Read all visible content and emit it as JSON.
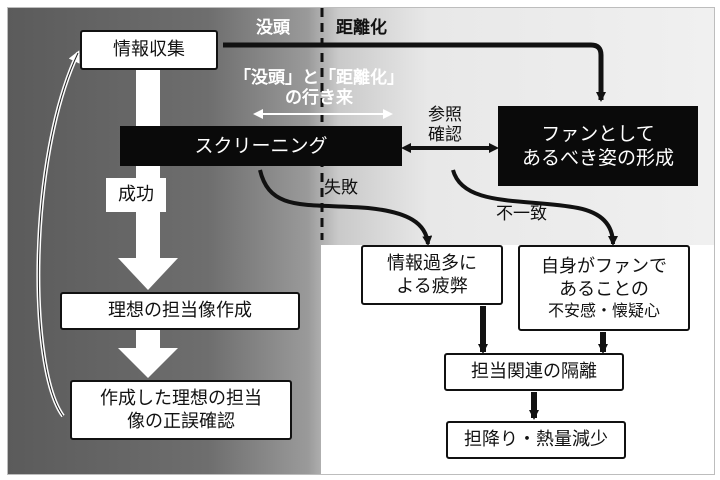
{
  "header": {
    "left": "没頭",
    "right": "距離化"
  },
  "nodes": {
    "info_collect": "情報収集",
    "screening": "スクリーニング",
    "fan_form": "ファンとして\nあるべき姿の形成",
    "ideal_create": "理想の担当像作成",
    "verify": "作成した理想の担当\n像の正誤確認",
    "fatigue": "情報過多に\nよる疲弊",
    "anxiety_top": "自身がファンで\nあることの",
    "anxiety_bottom": "不安感・懐疑心",
    "isolation": "担当関連の隔離",
    "decline": "担降り・熱量減少"
  },
  "labels": {
    "back_forth": "「没頭」と「距離化」\nの行き来",
    "reference": "参照\n確認",
    "success": "成功",
    "failure": "失敗",
    "mismatch": "不一致"
  },
  "colors": {
    "dark_side": "#5b5b5b",
    "light_side": "#f0f0f0",
    "black_box": "#0a0a0a",
    "stroke": "#111111"
  }
}
